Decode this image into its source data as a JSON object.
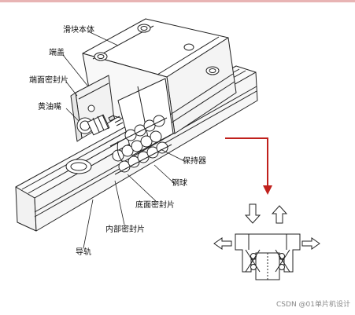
{
  "labels": {
    "slider_body": "滑块本体",
    "end_cap": "端盖",
    "end_seal": "端面密封片",
    "grease_nipple": "黄油嘴",
    "retainer": "保持器",
    "steel_ball": "钢球",
    "bottom_seal": "底面密封片",
    "inner_seal": "内部密封片",
    "guide_rail": "导轨"
  },
  "watermark": "CSDN @01单片机设计",
  "colors": {
    "line": "#222222",
    "arrow": "#c0201c",
    "bar": "#e8b4b4"
  }
}
